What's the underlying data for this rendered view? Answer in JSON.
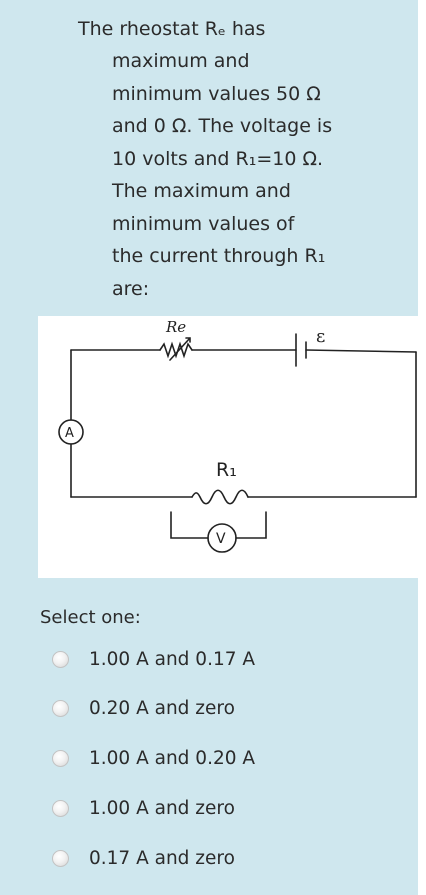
{
  "question": {
    "lines": [
      "The rheostat Rₑ has",
      "maximum and",
      "minimum values 50 Ω",
      "and 0 Ω. The voltage is",
      "10 volts and R₁=10 Ω.",
      "The maximum and",
      "minimum values of",
      "the current through R₁",
      "are:"
    ]
  },
  "diagram": {
    "label_rheostat": "Re",
    "label_emf": "ε",
    "label_ammeter": "A",
    "label_resistor": "R₁",
    "label_voltmeter": "V"
  },
  "select_one_label": "Select one:",
  "options": [
    {
      "label": "1.00 A and 0.17 A",
      "selected": false
    },
    {
      "label": "0.20 A and zero",
      "selected": false
    },
    {
      "label": "1.00 A and 0.20 A",
      "selected": false
    },
    {
      "label": "1.00 A and zero",
      "selected": false
    },
    {
      "label": "0.17 A and zero",
      "selected": false
    }
  ]
}
